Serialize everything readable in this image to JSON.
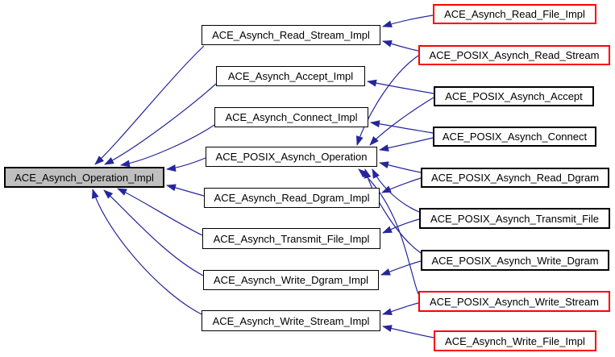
{
  "diagram": {
    "kind": "class-inheritance-graph",
    "colors": {
      "background": "#ffffff",
      "edge": "#26269b",
      "node_border": "#000000",
      "node_fill": "#ffffff",
      "highlight_node_fill": "#bfbfbf",
      "unresolved_node_border": "#ff0000"
    },
    "nodes": [
      {
        "label": "ACE_Asynch_Operation_Impl",
        "style": "highlighted"
      },
      {
        "label": "ACE_Asynch_Read_Stream_Impl",
        "style": "normal"
      },
      {
        "label": "ACE_Asynch_Accept_Impl",
        "style": "normal"
      },
      {
        "label": "ACE_Asynch_Connect_Impl",
        "style": "normal"
      },
      {
        "label": "ACE_POSIX_Asynch_Operation",
        "style": "normal"
      },
      {
        "label": "ACE_Asynch_Read_Dgram_Impl",
        "style": "normal"
      },
      {
        "label": "ACE_Asynch_Transmit_File_Impl",
        "style": "normal"
      },
      {
        "label": "ACE_Asynch_Write_Dgram_Impl",
        "style": "normal"
      },
      {
        "label": "ACE_Asynch_Write_Stream_Impl",
        "style": "normal"
      },
      {
        "label": "ACE_Asynch_Read_File_Impl",
        "style": "red"
      },
      {
        "label": "ACE_POSIX_Asynch_Read_Stream",
        "style": "red"
      },
      {
        "label": "ACE_POSIX_Asynch_Accept",
        "style": "normal"
      },
      {
        "label": "ACE_POSIX_Asynch_Connect",
        "style": "normal"
      },
      {
        "label": "ACE_POSIX_Asynch_Read_Dgram",
        "style": "normal"
      },
      {
        "label": "ACE_POSIX_Asynch_Transmit_File",
        "style": "normal"
      },
      {
        "label": "ACE_POSIX_Asynch_Write_Dgram",
        "style": "normal"
      },
      {
        "label": "ACE_POSIX_Asynch_Write_Stream",
        "style": "red"
      },
      {
        "label": "ACE_Asynch_Write_File_Impl",
        "style": "red"
      }
    ],
    "relations": [
      {
        "derived": "ACE_Asynch_Read_Stream_Impl",
        "base": "ACE_Asynch_Operation_Impl"
      },
      {
        "derived": "ACE_Asynch_Accept_Impl",
        "base": "ACE_Asynch_Operation_Impl"
      },
      {
        "derived": "ACE_Asynch_Connect_Impl",
        "base": "ACE_Asynch_Operation_Impl"
      },
      {
        "derived": "ACE_POSIX_Asynch_Operation",
        "base": "ACE_Asynch_Operation_Impl"
      },
      {
        "derived": "ACE_Asynch_Read_Dgram_Impl",
        "base": "ACE_Asynch_Operation_Impl"
      },
      {
        "derived": "ACE_Asynch_Transmit_File_Impl",
        "base": "ACE_Asynch_Operation_Impl"
      },
      {
        "derived": "ACE_Asynch_Write_Dgram_Impl",
        "base": "ACE_Asynch_Operation_Impl"
      },
      {
        "derived": "ACE_Asynch_Write_Stream_Impl",
        "base": "ACE_Asynch_Operation_Impl"
      },
      {
        "derived": "ACE_Asynch_Read_File_Impl",
        "base": "ACE_Asynch_Read_Stream_Impl"
      },
      {
        "derived": "ACE_POSIX_Asynch_Read_Stream",
        "base": "ACE_Asynch_Read_Stream_Impl"
      },
      {
        "derived": "ACE_POSIX_Asynch_Read_Stream",
        "base": "ACE_POSIX_Asynch_Operation"
      },
      {
        "derived": "ACE_POSIX_Asynch_Accept",
        "base": "ACE_Asynch_Accept_Impl"
      },
      {
        "derived": "ACE_POSIX_Asynch_Accept",
        "base": "ACE_POSIX_Asynch_Operation"
      },
      {
        "derived": "ACE_POSIX_Asynch_Connect",
        "base": "ACE_Asynch_Connect_Impl"
      },
      {
        "derived": "ACE_POSIX_Asynch_Connect",
        "base": "ACE_POSIX_Asynch_Operation"
      },
      {
        "derived": "ACE_POSIX_Asynch_Read_Dgram",
        "base": "ACE_Asynch_Read_Dgram_Impl"
      },
      {
        "derived": "ACE_POSIX_Asynch_Read_Dgram",
        "base": "ACE_POSIX_Asynch_Operation"
      },
      {
        "derived": "ACE_POSIX_Asynch_Transmit_File",
        "base": "ACE_Asynch_Transmit_File_Impl"
      },
      {
        "derived": "ACE_POSIX_Asynch_Transmit_File",
        "base": "ACE_POSIX_Asynch_Operation"
      },
      {
        "derived": "ACE_POSIX_Asynch_Write_Dgram",
        "base": "ACE_Asynch_Write_Dgram_Impl"
      },
      {
        "derived": "ACE_POSIX_Asynch_Write_Dgram",
        "base": "ACE_POSIX_Asynch_Operation"
      },
      {
        "derived": "ACE_POSIX_Asynch_Write_Stream",
        "base": "ACE_Asynch_Write_Stream_Impl"
      },
      {
        "derived": "ACE_POSIX_Asynch_Write_Stream",
        "base": "ACE_POSIX_Asynch_Operation"
      },
      {
        "derived": "ACE_Asynch_Write_File_Impl",
        "base": "ACE_Asynch_Write_Stream_Impl"
      }
    ]
  }
}
